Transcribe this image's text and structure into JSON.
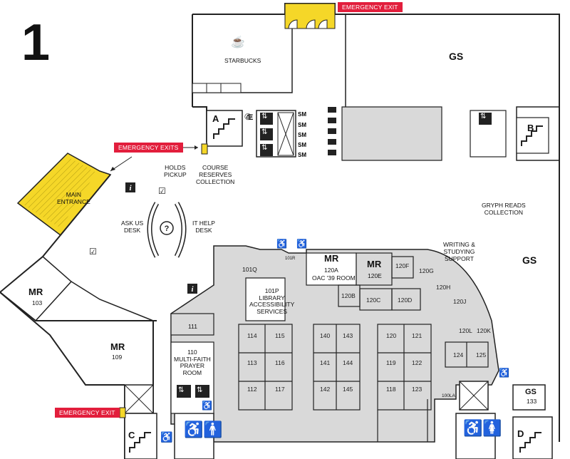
{
  "floor_number": "1",
  "exits": {
    "top": "EMERGENCY EXIT",
    "left": "EMERGENCY EXITS",
    "bottom": "EMERGENCY EXIT"
  },
  "labels": {
    "starbucks": "STARBUCKS",
    "gs_top": "GS",
    "gs_right": "GS",
    "gs133_title": "GS",
    "gs133_num": "133",
    "stair_a": "A",
    "stair_b": "B",
    "stair_c": "C",
    "stair_d": "D",
    "elevator_e": "E",
    "sm": [
      "SM",
      "SM",
      "SM",
      "SM",
      "SM"
    ],
    "holds_pickup": "HOLDS\nPICKUP",
    "course_reserves": "COURSE\nRESERVES\nCOLLECTION",
    "main_entrance": "MAIN\nENTRANCE",
    "ask_us": "ASK US\nDESK",
    "it_help": "IT HELP\nDESK",
    "gryph_reads": "GRYPH READS\nCOLLECTION",
    "writing_support": "WRITING &\nSTUDYING\nSUPPORT",
    "mr103_title": "MR",
    "mr103_num": "103",
    "mr109_title": "MR",
    "mr109_num": "109",
    "mr120a_title": "MR",
    "mr120a_num": "120A",
    "mr120a_name": "OAC '39 ROOM",
    "mr120e_title": "MR",
    "mr120e_num": "120E",
    "r101p": "101P\nLIBRARY\nACCESSIBILITY\nSERVICES",
    "r110": "110\nMULTI-FAITH\nPRAYER\nROOM",
    "r101q": "101Q",
    "r101r": "101R",
    "r111": "111",
    "r100la": "100LA",
    "rooms": [
      "114",
      "115",
      "113",
      "116",
      "112",
      "117",
      "140",
      "143",
      "141",
      "144",
      "142",
      "145",
      "120",
      "121",
      "119",
      "122",
      "118",
      "123",
      "120B",
      "120C",
      "120D",
      "120F",
      "120G",
      "120H",
      "120J",
      "120L",
      "120K",
      "124",
      "125"
    ]
  },
  "colors": {
    "yellow": "#f5d728",
    "gray": "#d9d9d9",
    "red": "#e21e3c",
    "dark": "#222222"
  },
  "icons": [
    "coffee-icon",
    "info-icon",
    "question-icon",
    "checkmark-icon",
    "phone-icon",
    "accessible-icon",
    "washroom-icon",
    "elevator-icon",
    "stairs-icon"
  ]
}
